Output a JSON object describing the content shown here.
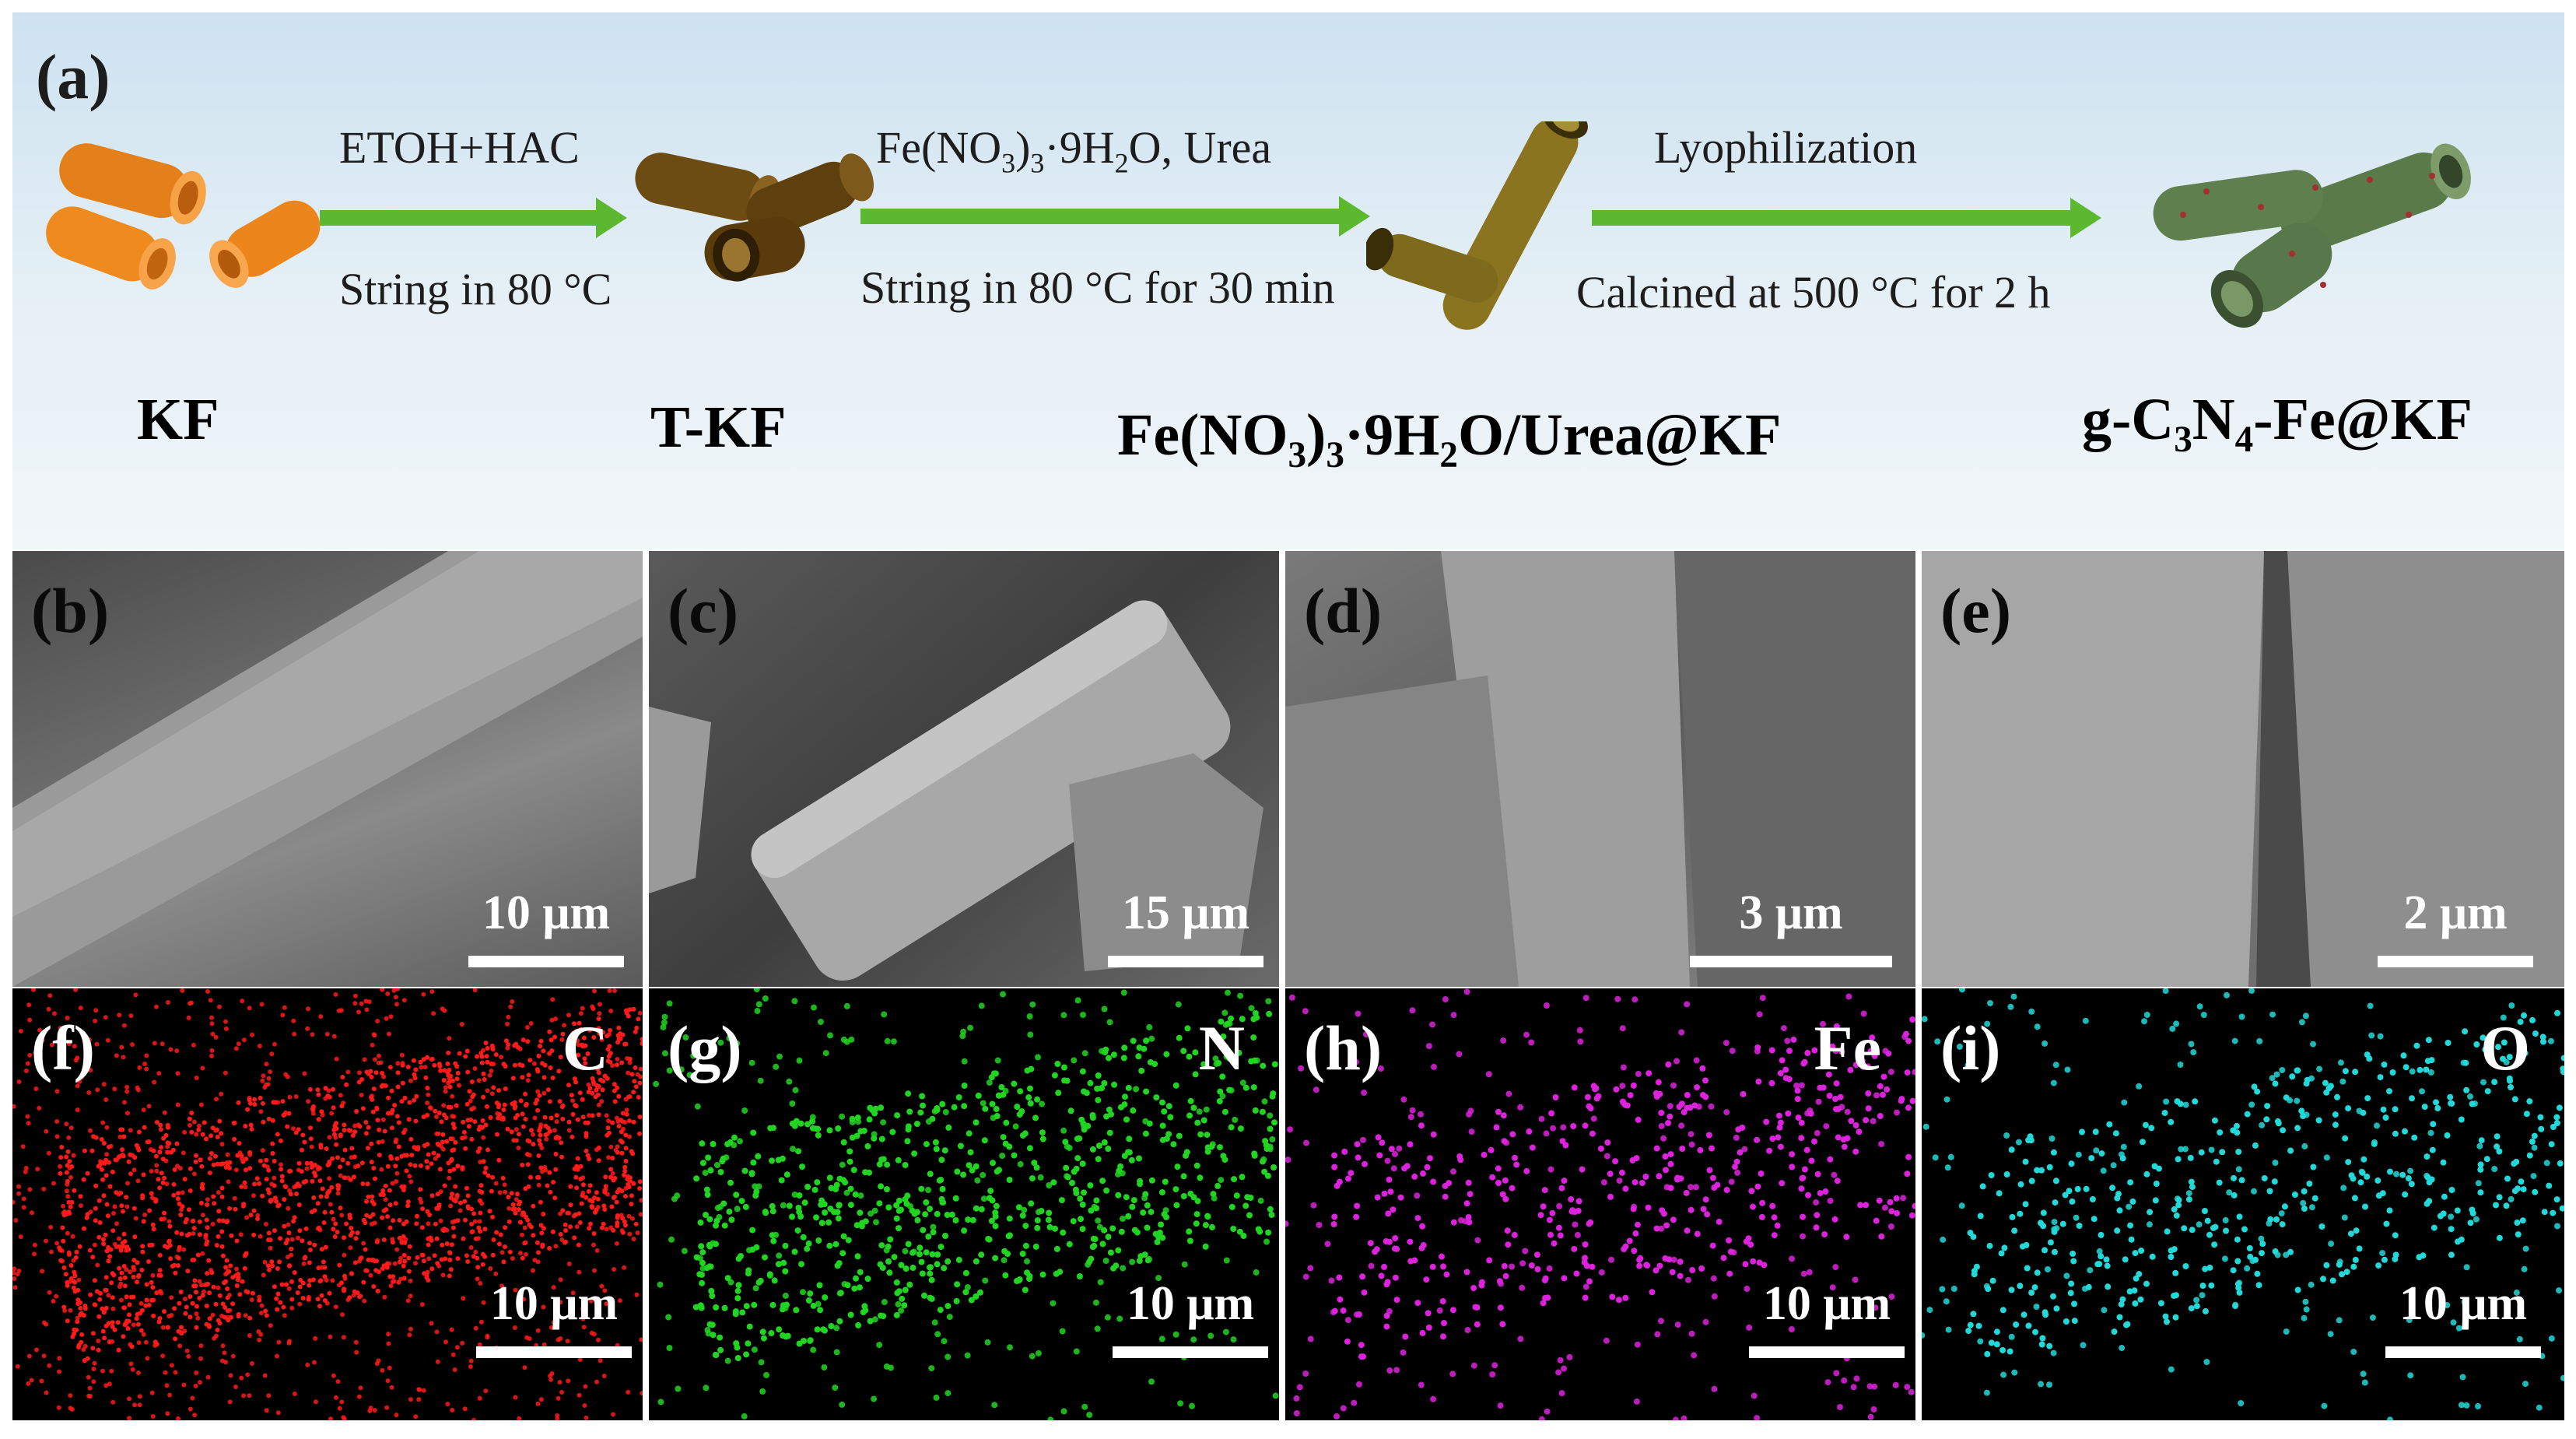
{
  "scheme": {
    "panel_label": "(a)",
    "steps": [
      {
        "top": "ETOH+HAC",
        "bottom": "String in 80 °C"
      },
      {
        "top": "Fe(NO3)3·9H2O, Urea",
        "bottom": "String in 80 °C for 30 min"
      },
      {
        "top": "Lyophilization",
        "bottom": "Calcined at 500 °C for 2 h"
      }
    ],
    "products": [
      "KF",
      "T-KF",
      "Fe(NO3)3·9H2O/Urea@KF",
      "g-C3N4-Fe@KF"
    ],
    "arrow_color": "#5cb82e",
    "fiber_colors": {
      "KF": "#f08a1a",
      "T-KF": "#6b4a12",
      "Fe_urea_KF": "#8a7420",
      "gC3N4_Fe_KF": "#5b7a4a"
    }
  },
  "sem_panels": [
    {
      "label": "(b)",
      "scale": "10 μm"
    },
    {
      "label": "(c)",
      "scale": "15 μm"
    },
    {
      "label": "(d)",
      "scale": "3 μm"
    },
    {
      "label": "(e)",
      "scale": "2 μm"
    }
  ],
  "eds_panels": [
    {
      "label": "(f)",
      "element": "C",
      "scale": "10 μm",
      "color": "#ff1a1a"
    },
    {
      "label": "(g)",
      "element": "N",
      "scale": "10 μm",
      "color": "#22d422"
    },
    {
      "label": "(h)",
      "element": "Fe",
      "scale": "10 μm",
      "color": "#dd22dd"
    },
    {
      "label": "(i)",
      "element": "O",
      "scale": "10 μm",
      "color": "#22d8d8"
    }
  ]
}
